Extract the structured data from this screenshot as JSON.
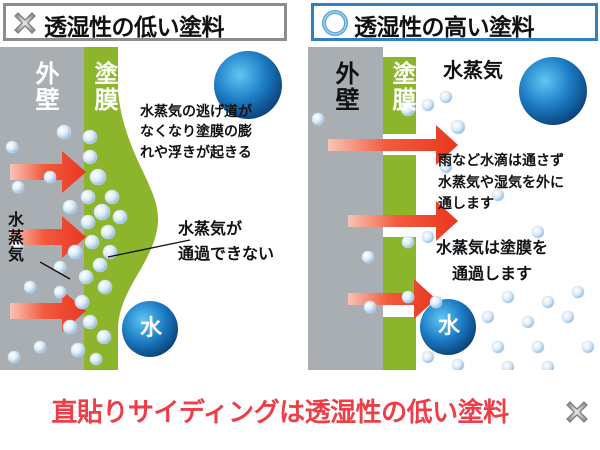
{
  "left_panel": {
    "header_title": "透湿性の低い塗料",
    "header_icon": "cross-mark-icon",
    "wall_label": "外壁",
    "coating_label": "塗膜",
    "blister_note": "水蒸気の逃げ道が\nなくなり塗膜の膨\nれや浮きが起きる",
    "vapor_label": "水\n蒸\n気",
    "blocked_note": "水蒸気が\n通過できない",
    "water_label": "水"
  },
  "right_panel": {
    "header_title": "透湿性の高い塗料",
    "header_icon": "circle-mark-icon",
    "wall_label": "外壁",
    "coating_label": "塗膜",
    "vapor_title": "水蒸気",
    "drainage_note": "雨など水滴は通さず\n水蒸気や湿気を外に\n通します",
    "passes_note": "水蒸気は塗膜を\n通過します",
    "water_label": "水"
  },
  "caption": {
    "text": "直貼りサイディングは透湿性の低い塗料",
    "icon": "cross-mark-icon"
  },
  "colors": {
    "wall_gray": "#a9aeb3",
    "coating_green": "#8cb52c",
    "arrow_red": "#ee3b2f",
    "caption_red": "#ee3e48",
    "water_blue": "#1f79c0",
    "right_header_border": "#2f7fc1",
    "left_header_border": "#8c8c8c"
  }
}
